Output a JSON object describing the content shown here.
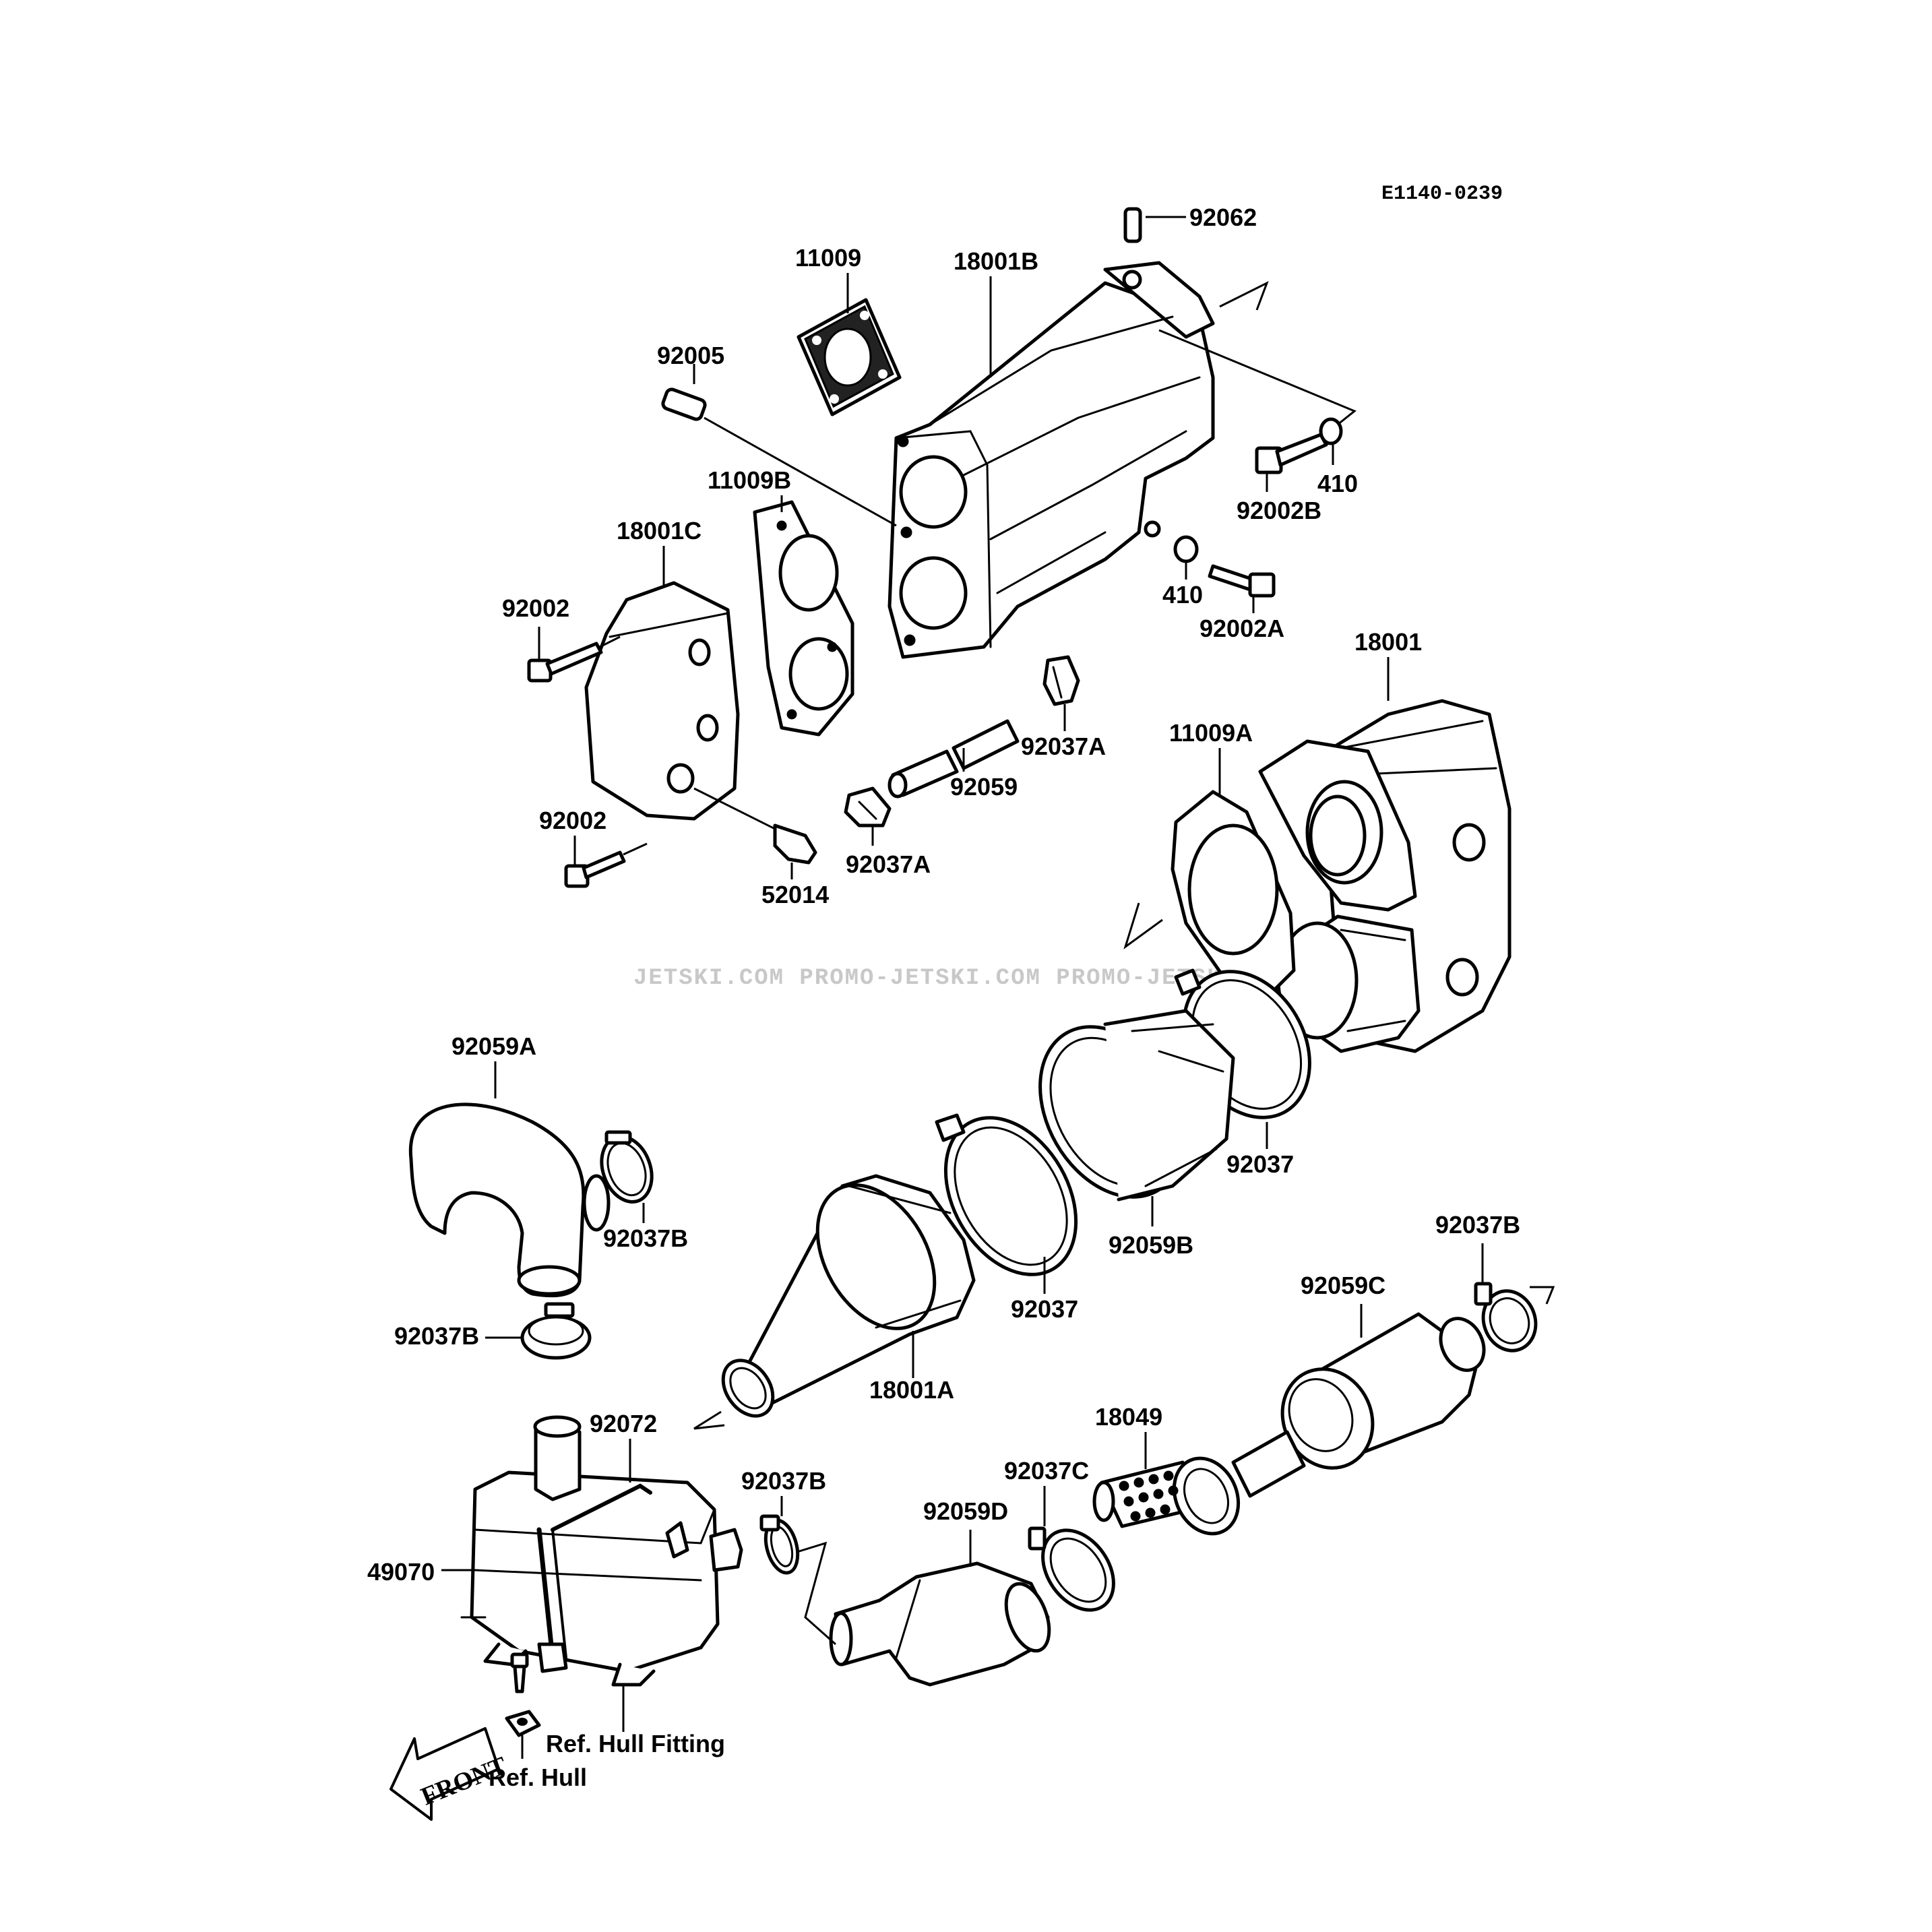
{
  "diagram_code": "E1140-0239",
  "watermark": "JETSKI.COM  PROMO-JETSKI.COM  PROMO-JETSKI.COM",
  "front_arrow_label": "FRONT",
  "reference_labels": {
    "hull_fitting": "Ref. Hull Fitting",
    "hull": "Ref. Hull"
  },
  "part_numbers": {
    "p92062": "92062",
    "p11009": "11009",
    "p18001B": "18001B",
    "p92005": "92005",
    "p11009B": "11009B",
    "p18001C": "18001C",
    "p92002_top": "92002",
    "p92002_bottom": "92002",
    "p92002B": "92002B",
    "p410_top": "410",
    "p410_bottom": "410",
    "p92002A": "92002A",
    "p18001": "18001",
    "p92037A_top": "92037A",
    "p92059": "92059",
    "p92037A_bottom": "92037A",
    "p52014": "52014",
    "p11009A": "11009A",
    "p92059A": "92059A",
    "p92037B_left": "92037B",
    "p92037B_left_low": "92037B",
    "p92037_right": "92037",
    "p92059B": "92059B",
    "p92037_mid": "92037",
    "p18001A": "18001A",
    "p92037B_right": "92037B",
    "p92059C": "92059C",
    "p92072": "92072",
    "p49070": "49070",
    "p92037B_muffler": "92037B",
    "p18049": "18049",
    "p92037C": "92037C",
    "p92059D": "92059D"
  }
}
